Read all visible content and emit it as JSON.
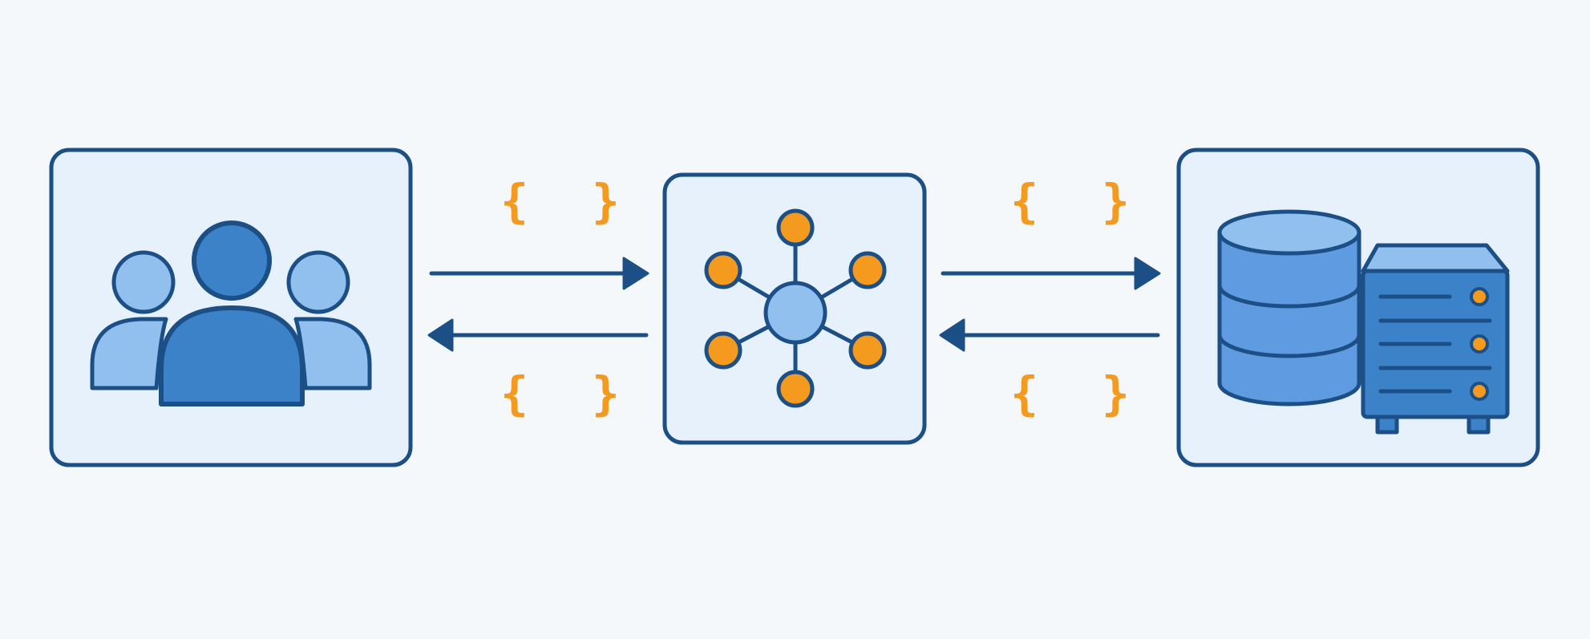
{
  "colors": {
    "background": "#f5f8fb",
    "box_fill": "#e6f1fb",
    "outline": "#1c4f86",
    "primary_blue": "#3b82c8",
    "light_blue": "#92c0ee",
    "mid_blue": "#5f9be0",
    "accent_orange": "#f39a1f"
  },
  "nodes": [
    {
      "id": "clients",
      "icon": "users-group-icon"
    },
    {
      "id": "api-hub",
      "icon": "network-hub-icon"
    },
    {
      "id": "backend",
      "icon": "database-server-icon"
    }
  ],
  "connections": [
    {
      "from": "clients",
      "to": "api-hub",
      "payload_label": "{ }",
      "response_label": "{ }"
    },
    {
      "from": "api-hub",
      "to": "backend",
      "payload_label": "{ }",
      "response_label": "{ }"
    }
  ]
}
